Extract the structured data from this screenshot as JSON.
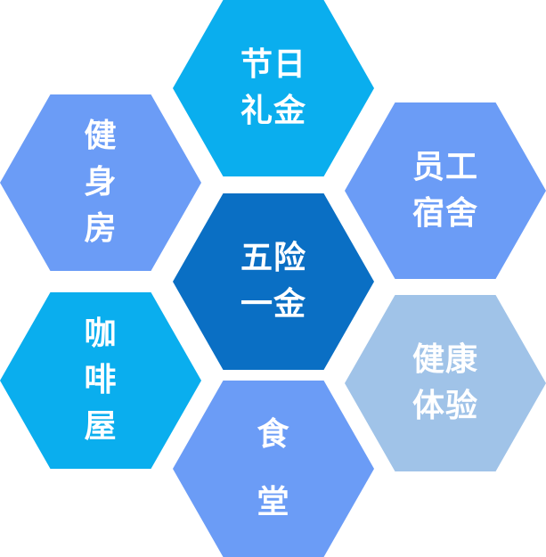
{
  "hexagons": {
    "top": {
      "label": "节日\n礼金"
    },
    "left_top": {
      "label": "健\n身\n房"
    },
    "right_top": {
      "label": "员工\n宿舍"
    },
    "center": {
      "label": "五险\n一金"
    },
    "left_bot": {
      "label": "咖\n啡\n屋"
    },
    "right_bot": {
      "label": "健康\n体验"
    },
    "bottom": {
      "label": "食\n堂"
    }
  },
  "colors": {
    "cyan": "#0aaeee",
    "periwinkle": "#6b9cf6",
    "dark_blue": "#0a6fc4",
    "light_blue": "#a0c3e8"
  }
}
